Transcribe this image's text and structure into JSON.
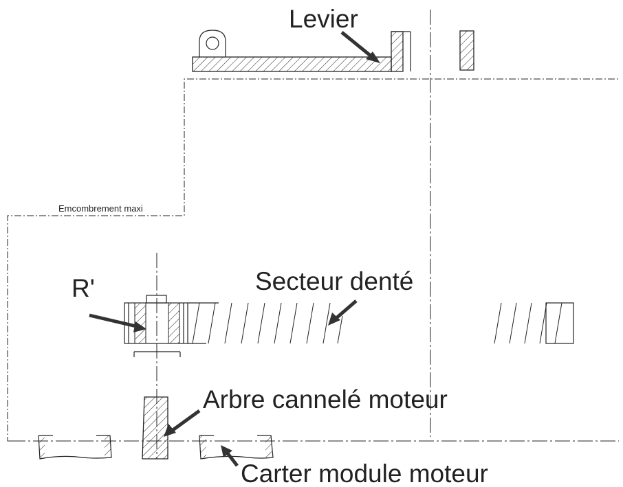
{
  "labels": {
    "levier": "Levier",
    "encombrement": "Emcombrement maxi",
    "r_prime": "R'",
    "secteur": "Secteur denté",
    "arbre": "Arbre cannelé moteur",
    "carter": "Carter module moteur"
  },
  "colors": {
    "line": "#222222",
    "arrow": "#333333",
    "background": "#ffffff"
  }
}
